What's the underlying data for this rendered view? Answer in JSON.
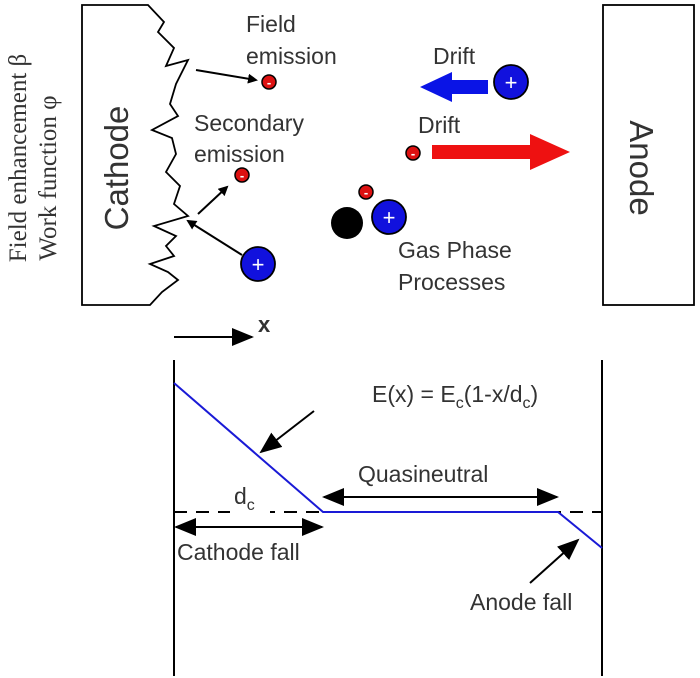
{
  "labels": {
    "cathode": "Cathode",
    "anode": "Anode",
    "field_emission_1": "Field",
    "field_emission_2": "emission",
    "secondary_emission_1": "Secondary",
    "secondary_emission_2": "emission",
    "drift_ion": "Drift",
    "drift_electron": "Drift",
    "gas_phase_1": "Gas Phase",
    "gas_phase_2": "Processes",
    "side_line_1": "Field enhancement β",
    "side_line_2": "Work function φ",
    "x_axis": "x",
    "equation_lhs": "E(x) = E",
    "equation_sub": "c",
    "equation_mid": "(1-x/d",
    "equation_sub2": "c",
    "equation_end": ")",
    "quasineutral": "Quasineutral",
    "dc_main": "d",
    "dc_sub": "c",
    "cathode_fall": "Cathode fall",
    "anode_fall": "Anode fall"
  },
  "symbols": {
    "electron": "-",
    "ion": "+"
  },
  "colors": {
    "electron_fill": "#dd1111",
    "ion_fill": "#1111dd",
    "neutral_fill": "#000000",
    "drift_ion_arrow": "#0a14e6",
    "drift_electron_arrow": "#ee1111",
    "field_line": "#1a1ad6",
    "text": "#333333",
    "line": "#000000"
  }
}
